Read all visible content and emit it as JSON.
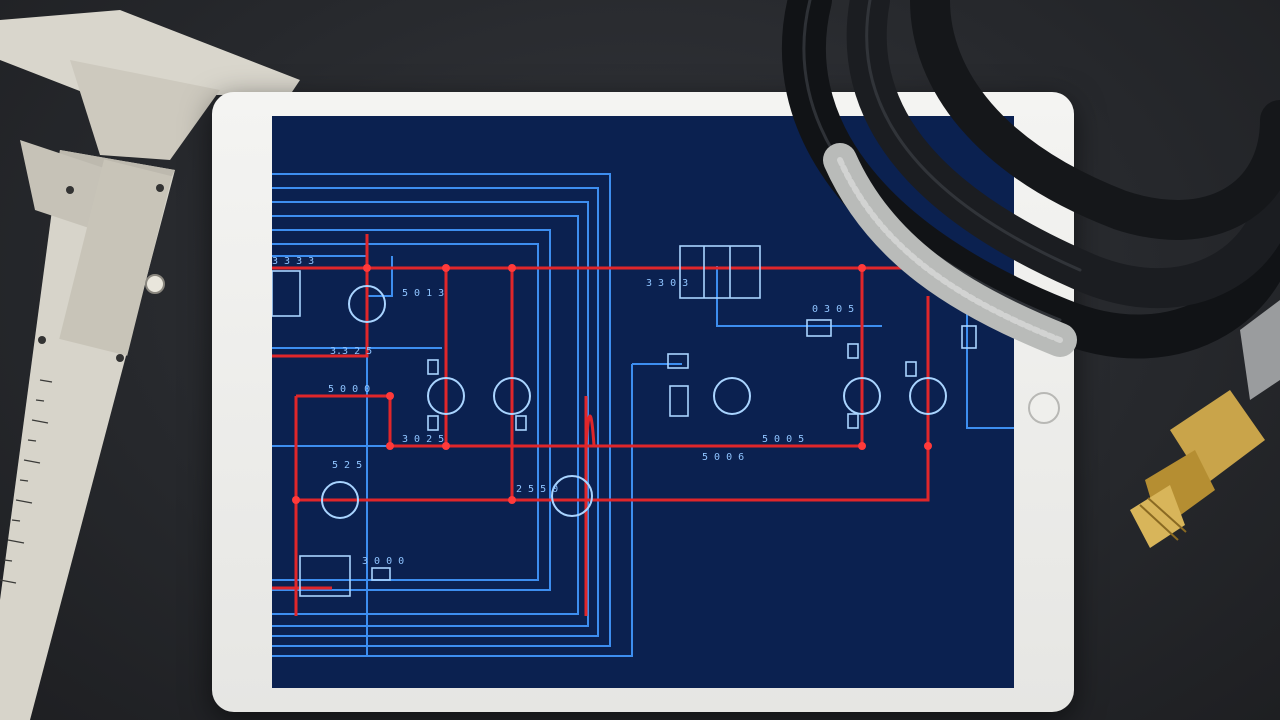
{
  "scene": {
    "colors": {
      "desk": "#2a2c30",
      "tablet_frame": "#f1f1ef",
      "screen_bg": "#0b2150",
      "blue_line": "#3d8ef0",
      "red_line": "#e0262a",
      "symbol": "#a9d4ff",
      "hose": "#15171b",
      "brass": "#c9a44a"
    }
  },
  "schematic": {
    "labels": {
      "a": "3.3 2 5",
      "b": "5 0 0 0",
      "c": "5 0 1 3",
      "d": "3 0 2 5",
      "e": "2 5 5 0",
      "f": "3 3 0 3",
      "g": "5 0 0 5",
      "h": "5 2 5",
      "i": "5 0 0 6",
      "j": "3 0 0 0",
      "k": "0 3 0 5",
      "l": "3 3 3 3"
    }
  }
}
